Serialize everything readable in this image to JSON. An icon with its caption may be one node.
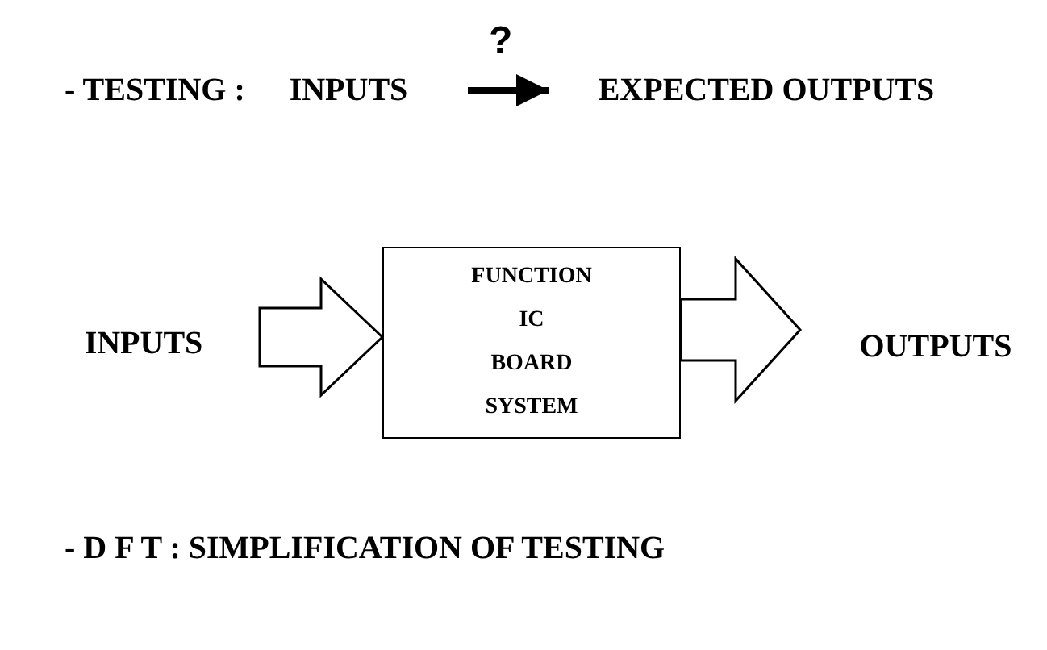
{
  "diagram": {
    "nodes": [
      {
        "text": [
          "INPUTS"
        ]
      },
      {
        "text": [
          "EXPECTED OUTPUTS"
        ]
      },
      {
        "text": [
          "INPUTS"
        ]
      },
      {
        "text": [
          "FUNCTION",
          "IC",
          "BOARD",
          "SYSTEM"
        ]
      },
      {
        "text": [
          "OUTPUTS"
        ]
      }
    ],
    "edges": [
      {
        "from": 0,
        "to": 1,
        "arrow": "to",
        "label": "?"
      },
      {
        "from": 2,
        "to": 3,
        "arrow": "to",
        "style": "thick"
      },
      {
        "from": 3,
        "to": 4,
        "arrow": "to",
        "style": "thick"
      }
    ],
    "labels": [
      "- TESTING :",
      "- D F T : SIMPLIFICATION OF TESTING"
    ]
  }
}
